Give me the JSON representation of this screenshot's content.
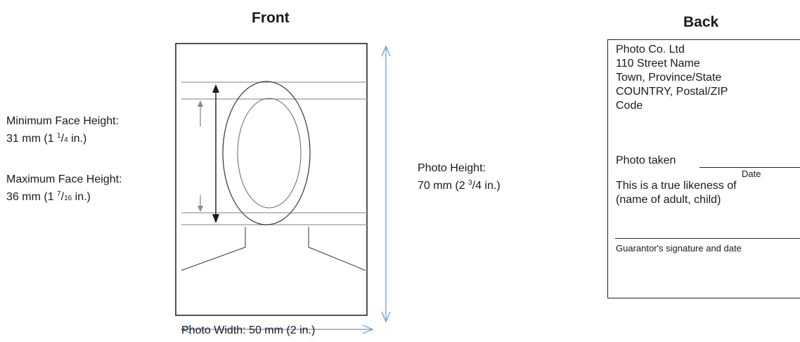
{
  "front": {
    "heading": "Front",
    "min_face": {
      "label": "Minimum Face Height:",
      "metric": "31 mm",
      "imperial_whole": "1",
      "imperial_num": "1",
      "imperial_den": "4",
      "imperial_unit": "in."
    },
    "max_face": {
      "label": "Maximum Face Height:",
      "metric": "36 mm",
      "imperial_whole": "1",
      "imperial_num": "7",
      "imperial_den": "16",
      "imperial_unit": "in."
    },
    "photo_height": {
      "label": "Photo Height:",
      "metric": "70 mm",
      "imperial_whole": "2",
      "imperial_num": "3",
      "imperial_den": "4",
      "imperial_unit": "in."
    },
    "photo_width": {
      "text": "Photo Width: 50 mm (2 in.)"
    }
  },
  "back": {
    "heading": "Back",
    "address_lines": [
      "Photo Co. Ltd",
      "110 Street Name",
      "Town, Province/State",
      "COUNTRY, Postal/ZIP",
      "Code"
    ],
    "photo_taken": "Photo taken",
    "date_label": "Date",
    "likeness_lines": [
      "This is a true likeness of",
      "(name of adult, child)"
    ],
    "guarantor": "Guarantor's signature and date"
  },
  "colors": {
    "ink": "#1a1a1a",
    "guide": "#9a9a9a",
    "dimension_arrow": "#5b9bd5"
  }
}
